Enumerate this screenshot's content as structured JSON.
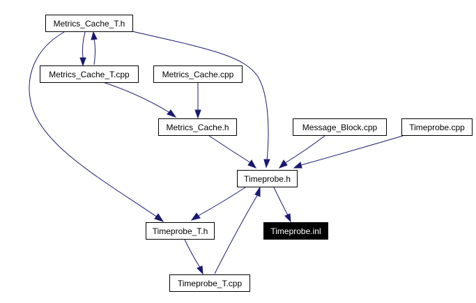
{
  "graph": {
    "edge_color": "#191970",
    "nodes": {
      "metrics_cache_t_h": {
        "label": "Metrics_Cache_T.h"
      },
      "metrics_cache_t_cpp": {
        "label": "Metrics_Cache_T.cpp"
      },
      "metrics_cache_cpp": {
        "label": "Metrics_Cache.cpp"
      },
      "metrics_cache_h": {
        "label": "Metrics_Cache.h"
      },
      "message_block_cpp": {
        "label": "Message_Block.cpp"
      },
      "timeprobe_cpp": {
        "label": "Timeprobe.cpp"
      },
      "timeprobe_h": {
        "label": "Timeprobe.h"
      },
      "timeprobe_t_h": {
        "label": "Timeprobe_T.h"
      },
      "timeprobe_inl": {
        "label": "Timeprobe.inl",
        "highlighted": true
      },
      "timeprobe_t_cpp": {
        "label": "Timeprobe_T.cpp"
      }
    },
    "edges": [
      {
        "from": "Metrics_Cache_T.h",
        "to": "Metrics_Cache_T.cpp"
      },
      {
        "from": "Metrics_Cache_T.cpp",
        "to": "Metrics_Cache_T.h"
      },
      {
        "from": "Metrics_Cache_T.h",
        "to": "Timeprobe.h"
      },
      {
        "from": "Metrics_Cache_T.h",
        "to": "Timeprobe_T.h"
      },
      {
        "from": "Metrics_Cache_T.cpp",
        "to": "Metrics_Cache.h"
      },
      {
        "from": "Metrics_Cache.cpp",
        "to": "Metrics_Cache.h"
      },
      {
        "from": "Metrics_Cache.h",
        "to": "Timeprobe.h"
      },
      {
        "from": "Message_Block.cpp",
        "to": "Timeprobe.h"
      },
      {
        "from": "Timeprobe.cpp",
        "to": "Timeprobe.h"
      },
      {
        "from": "Timeprobe.h",
        "to": "Timeprobe_T.h"
      },
      {
        "from": "Timeprobe.h",
        "to": "Timeprobe.inl"
      },
      {
        "from": "Timeprobe_T.h",
        "to": "Timeprobe_T.cpp"
      },
      {
        "from": "Timeprobe_T.cpp",
        "to": "Timeprobe.h"
      }
    ]
  }
}
